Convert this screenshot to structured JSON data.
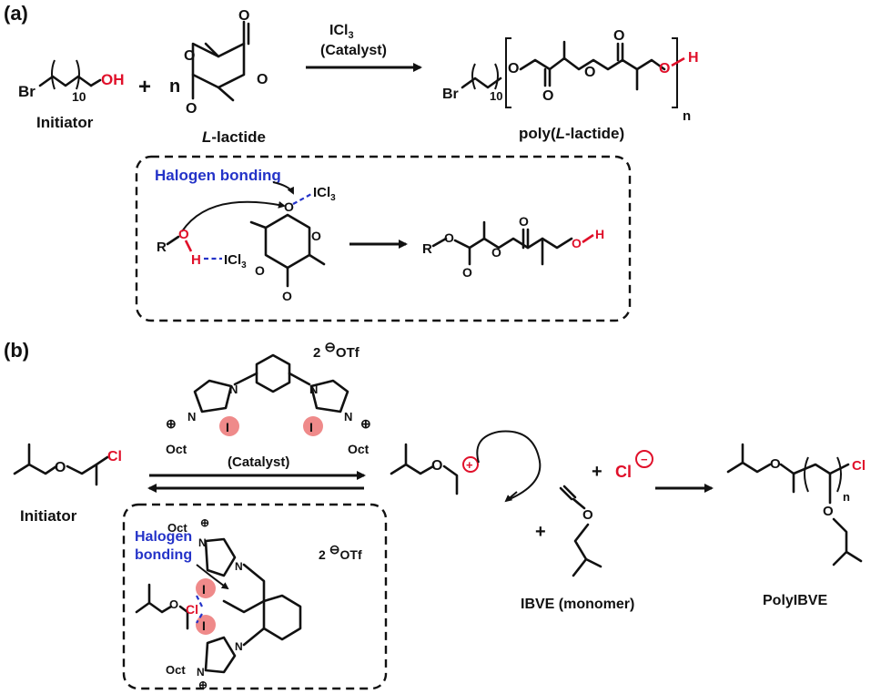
{
  "panel_a": {
    "label": "(a)",
    "initiator": {
      "br": "Br",
      "sub": "10",
      "oh": "OH",
      "caption": "Initiator"
    },
    "plus": "+",
    "n_coef": "n",
    "lactide_o1": "O",
    "lactide_o2": "O",
    "lactide_o3": "O",
    "lactide_o4": "O",
    "lactide_caption_italic": "L",
    "lactide_caption_rest": "-lactide",
    "arrow_top": "ICl",
    "arrow_top_sub": "3",
    "arrow_bottom": "(Catalyst)",
    "product": {
      "br": "Br",
      "sub": "10",
      "o1": "O",
      "o2": "O",
      "o3": "O",
      "o4": "O",
      "o5": "O",
      "h": "H",
      "n": "n",
      "caption_pre": "poly(",
      "caption_italic": "L",
      "caption_post": "-lactide)"
    },
    "mechanism": {
      "title": "Halogen bonding",
      "icl3_top": "ICl",
      "icl3_top_sub": "3",
      "r": "R",
      "o": "O",
      "h": "H",
      "icl3_bottom": "ICl",
      "icl3_bottom_sub": "3",
      "ring_o1": "O",
      "ring_o2": "O",
      "ring_o3": "O",
      "ring_o4": "O",
      "prod_r": "R",
      "prod_o1": "O",
      "prod_o2": "O",
      "prod_o3": "O",
      "prod_o4": "O",
      "prod_o5": "O",
      "prod_h": "H"
    }
  },
  "panel_b": {
    "label": "(b)",
    "initiator_cl": "Cl",
    "initiator_o": "O",
    "initiator_caption": "Initiator",
    "catalyst": {
      "charge_count": "2",
      "otf": "OTf",
      "n1": "N",
      "n2": "N",
      "n3": "N",
      "n4": "N",
      "i1": "I",
      "i2": "I",
      "oct1": "Oct",
      "oct2": "Oct",
      "caption": "(Catalyst)"
    },
    "cation_o": "O",
    "plus_cl": "+",
    "cl_anion": "Cl",
    "monomer_plus": "+",
    "monomer_o": "O",
    "monomer_caption": "IBVE (monomer)",
    "product_o1": "O",
    "product_o2": "O",
    "product_cl": "Cl",
    "product_n": "n",
    "product_caption": "PolyIBVE",
    "inset": {
      "title_line1": "Halogen",
      "title_line2": "bonding",
      "oct1": "Oct",
      "oct2": "Oct",
      "n1": "N",
      "n2": "N",
      "n3": "N",
      "n4": "N",
      "i1": "I",
      "i2": "I",
      "cl": "Cl",
      "o": "O",
      "charge_count": "2",
      "otf": "OTf"
    }
  }
}
